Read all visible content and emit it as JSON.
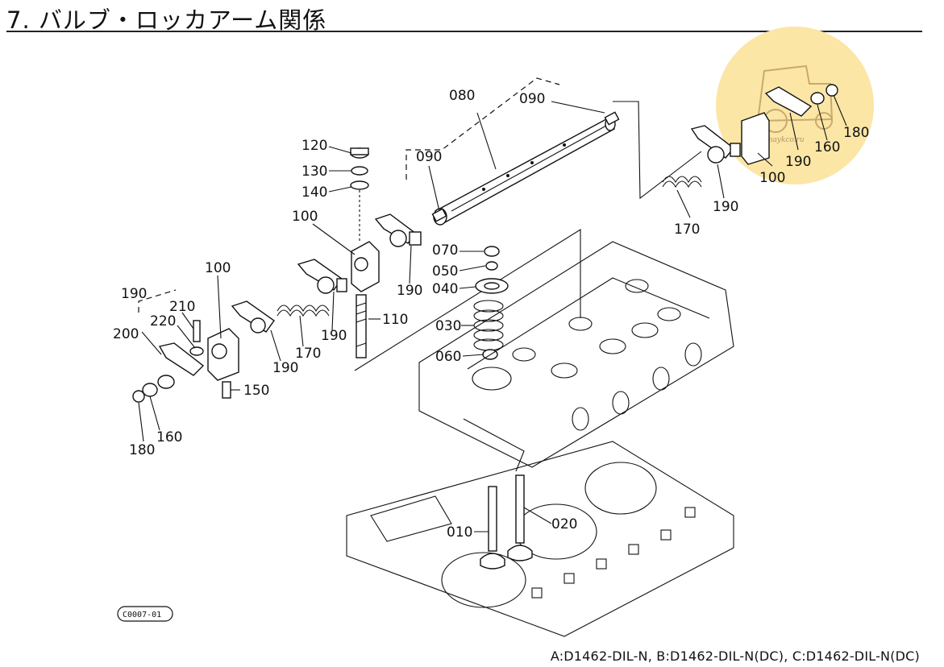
{
  "title": "7. バルブ・ロッカアーム関係",
  "footer": "A:D1462-DIL-N,  B:D1462-DIL-N(DC),  C:D1462-DIL-N(DC)",
  "reference_code": "C0007-01",
  "watermark": "maykco.ru",
  "part_labels": {
    "p010": "010",
    "p020": "020",
    "p030": "030",
    "p040": "040",
    "p050": "050",
    "p060": "060",
    "p070": "070",
    "p080": "080",
    "p090a": "090",
    "p090b": "090",
    "p100a": "100",
    "p100b": "100",
    "p100c": "100",
    "p110": "110",
    "p120": "120",
    "p130": "130",
    "p140": "140",
    "p150": "150",
    "p160a": "160",
    "p160b": "160",
    "p170a": "170",
    "p170b": "170",
    "p180a": "180",
    "p180b": "180",
    "p190a": "190",
    "p190b": "190",
    "p190c": "190",
    "p190d": "190",
    "p190e": "190",
    "p190f": "190",
    "p200": "200",
    "p210": "210",
    "p220": "220"
  },
  "colors": {
    "line": "#111111",
    "watermark_fill": "#fbe6a6"
  }
}
